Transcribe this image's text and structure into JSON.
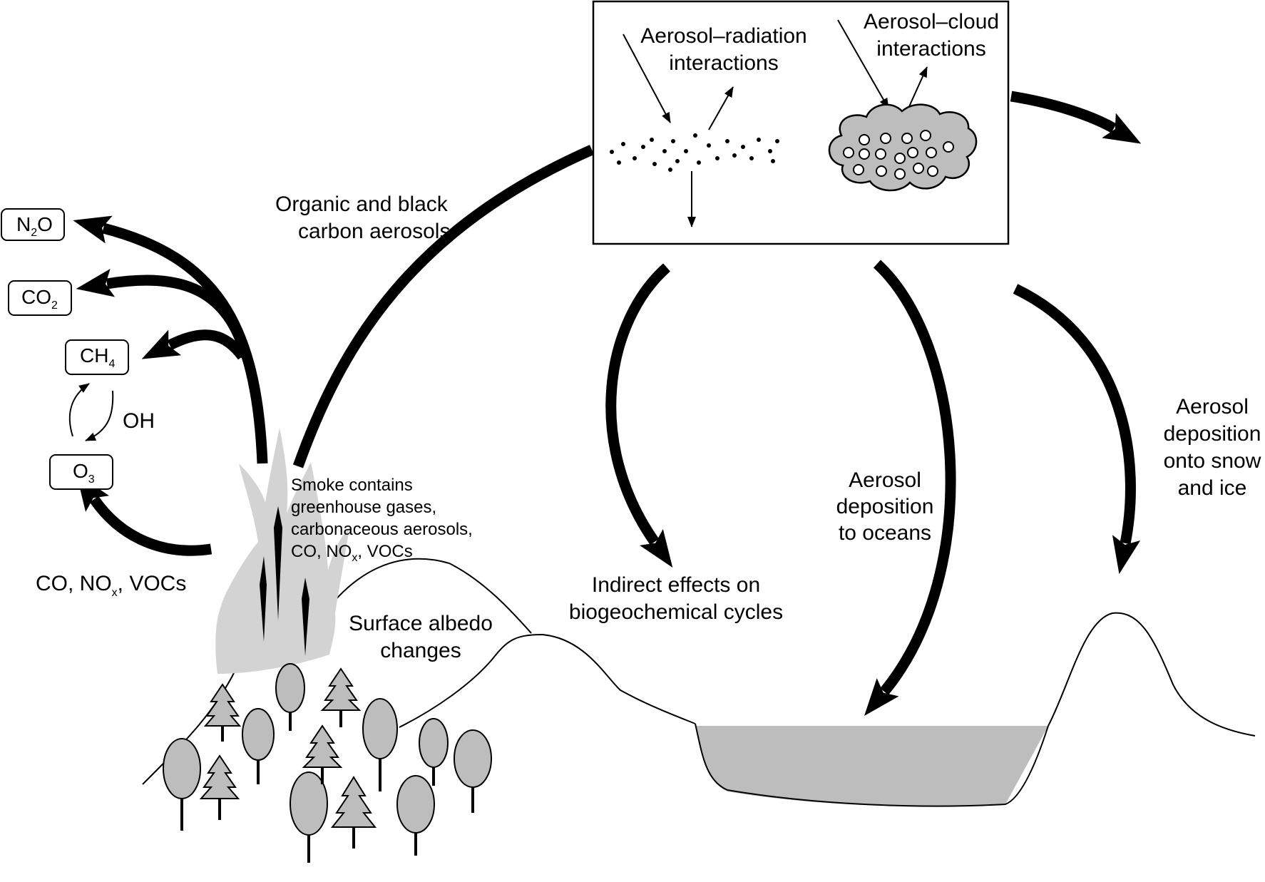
{
  "species": {
    "n2o": {
      "main": "N",
      "sub": "2",
      "tail": "O"
    },
    "co2": {
      "main": "CO",
      "sub": "2"
    },
    "ch4": {
      "main": "CH",
      "sub": "4"
    },
    "o3": {
      "main": "O",
      "sub": "3"
    },
    "oh": "OH"
  },
  "emissions_label": {
    "pre": "CO, NO",
    "sub": "x",
    "post": ", VOCs"
  },
  "smoke_label": {
    "lines": [
      "Smoke contains",
      "greenhouse gases,",
      "carbonaceous aerosols,"
    ],
    "last": {
      "pre": "CO, NO",
      "sub": "x",
      "post": ", VOCs"
    }
  },
  "aerosols_label": [
    "Organic and black",
    "carbon aerosols"
  ],
  "interactions": {
    "radiation": [
      "Aerosol–radiation",
      "interactions"
    ],
    "cloud": [
      "Aerosol–cloud",
      "interactions"
    ]
  },
  "effects": {
    "biogeochemical": [
      "Indirect effects on",
      "biogeochemical cycles"
    ],
    "oceans": [
      "Aerosol",
      "deposition",
      "to oceans"
    ],
    "snow_ice": [
      "Aerosol",
      "deposition",
      "onto snow",
      "and ice"
    ],
    "albedo": [
      "Surface albedo",
      "changes"
    ]
  },
  "colors": {
    "fill_gray": "#bdbdbd",
    "smoke": "#d3d3d3",
    "ink": "#000000"
  }
}
